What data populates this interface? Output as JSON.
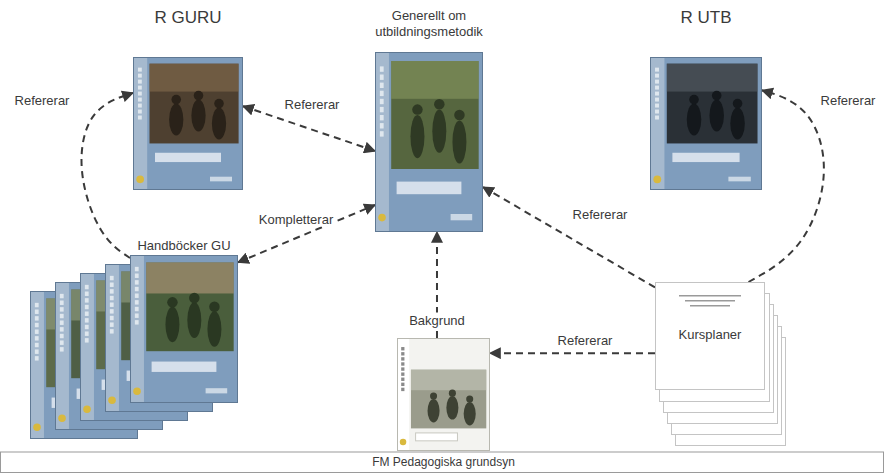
{
  "diagram": {
    "nodes": [
      {
        "text": [
          "R GURU"
        ]
      },
      {
        "text": [
          "Generellt om utbildningsmetodik"
        ]
      },
      {
        "text": [
          "R UTB"
        ]
      },
      {
        "text": [
          "Handböcker GU"
        ]
      },
      {
        "text": [
          "Kursplaner"
        ]
      },
      {
        "text": [
          "FM Pedagogiska grundsyn"
        ]
      }
    ],
    "edges": [
      {
        "from": 3,
        "to": 0,
        "label": "Refererar",
        "arrow": "to"
      },
      {
        "from": 0,
        "to": 1,
        "label": "Refererar",
        "arrow": "both"
      },
      {
        "from": 3,
        "to": 1,
        "label": "Kompletterar",
        "arrow": "both"
      },
      {
        "from": 4,
        "to": 1,
        "label": "Refererar",
        "arrow": "to"
      },
      {
        "from": 4,
        "to": 2,
        "label": "Refererar",
        "arrow": "to"
      },
      {
        "from": 4,
        "to": 5,
        "label": "Refererar",
        "arrow": "to"
      },
      {
        "from": 5,
        "to": 1,
        "label": "Bakgrund",
        "arrow": "to"
      }
    ]
  }
}
